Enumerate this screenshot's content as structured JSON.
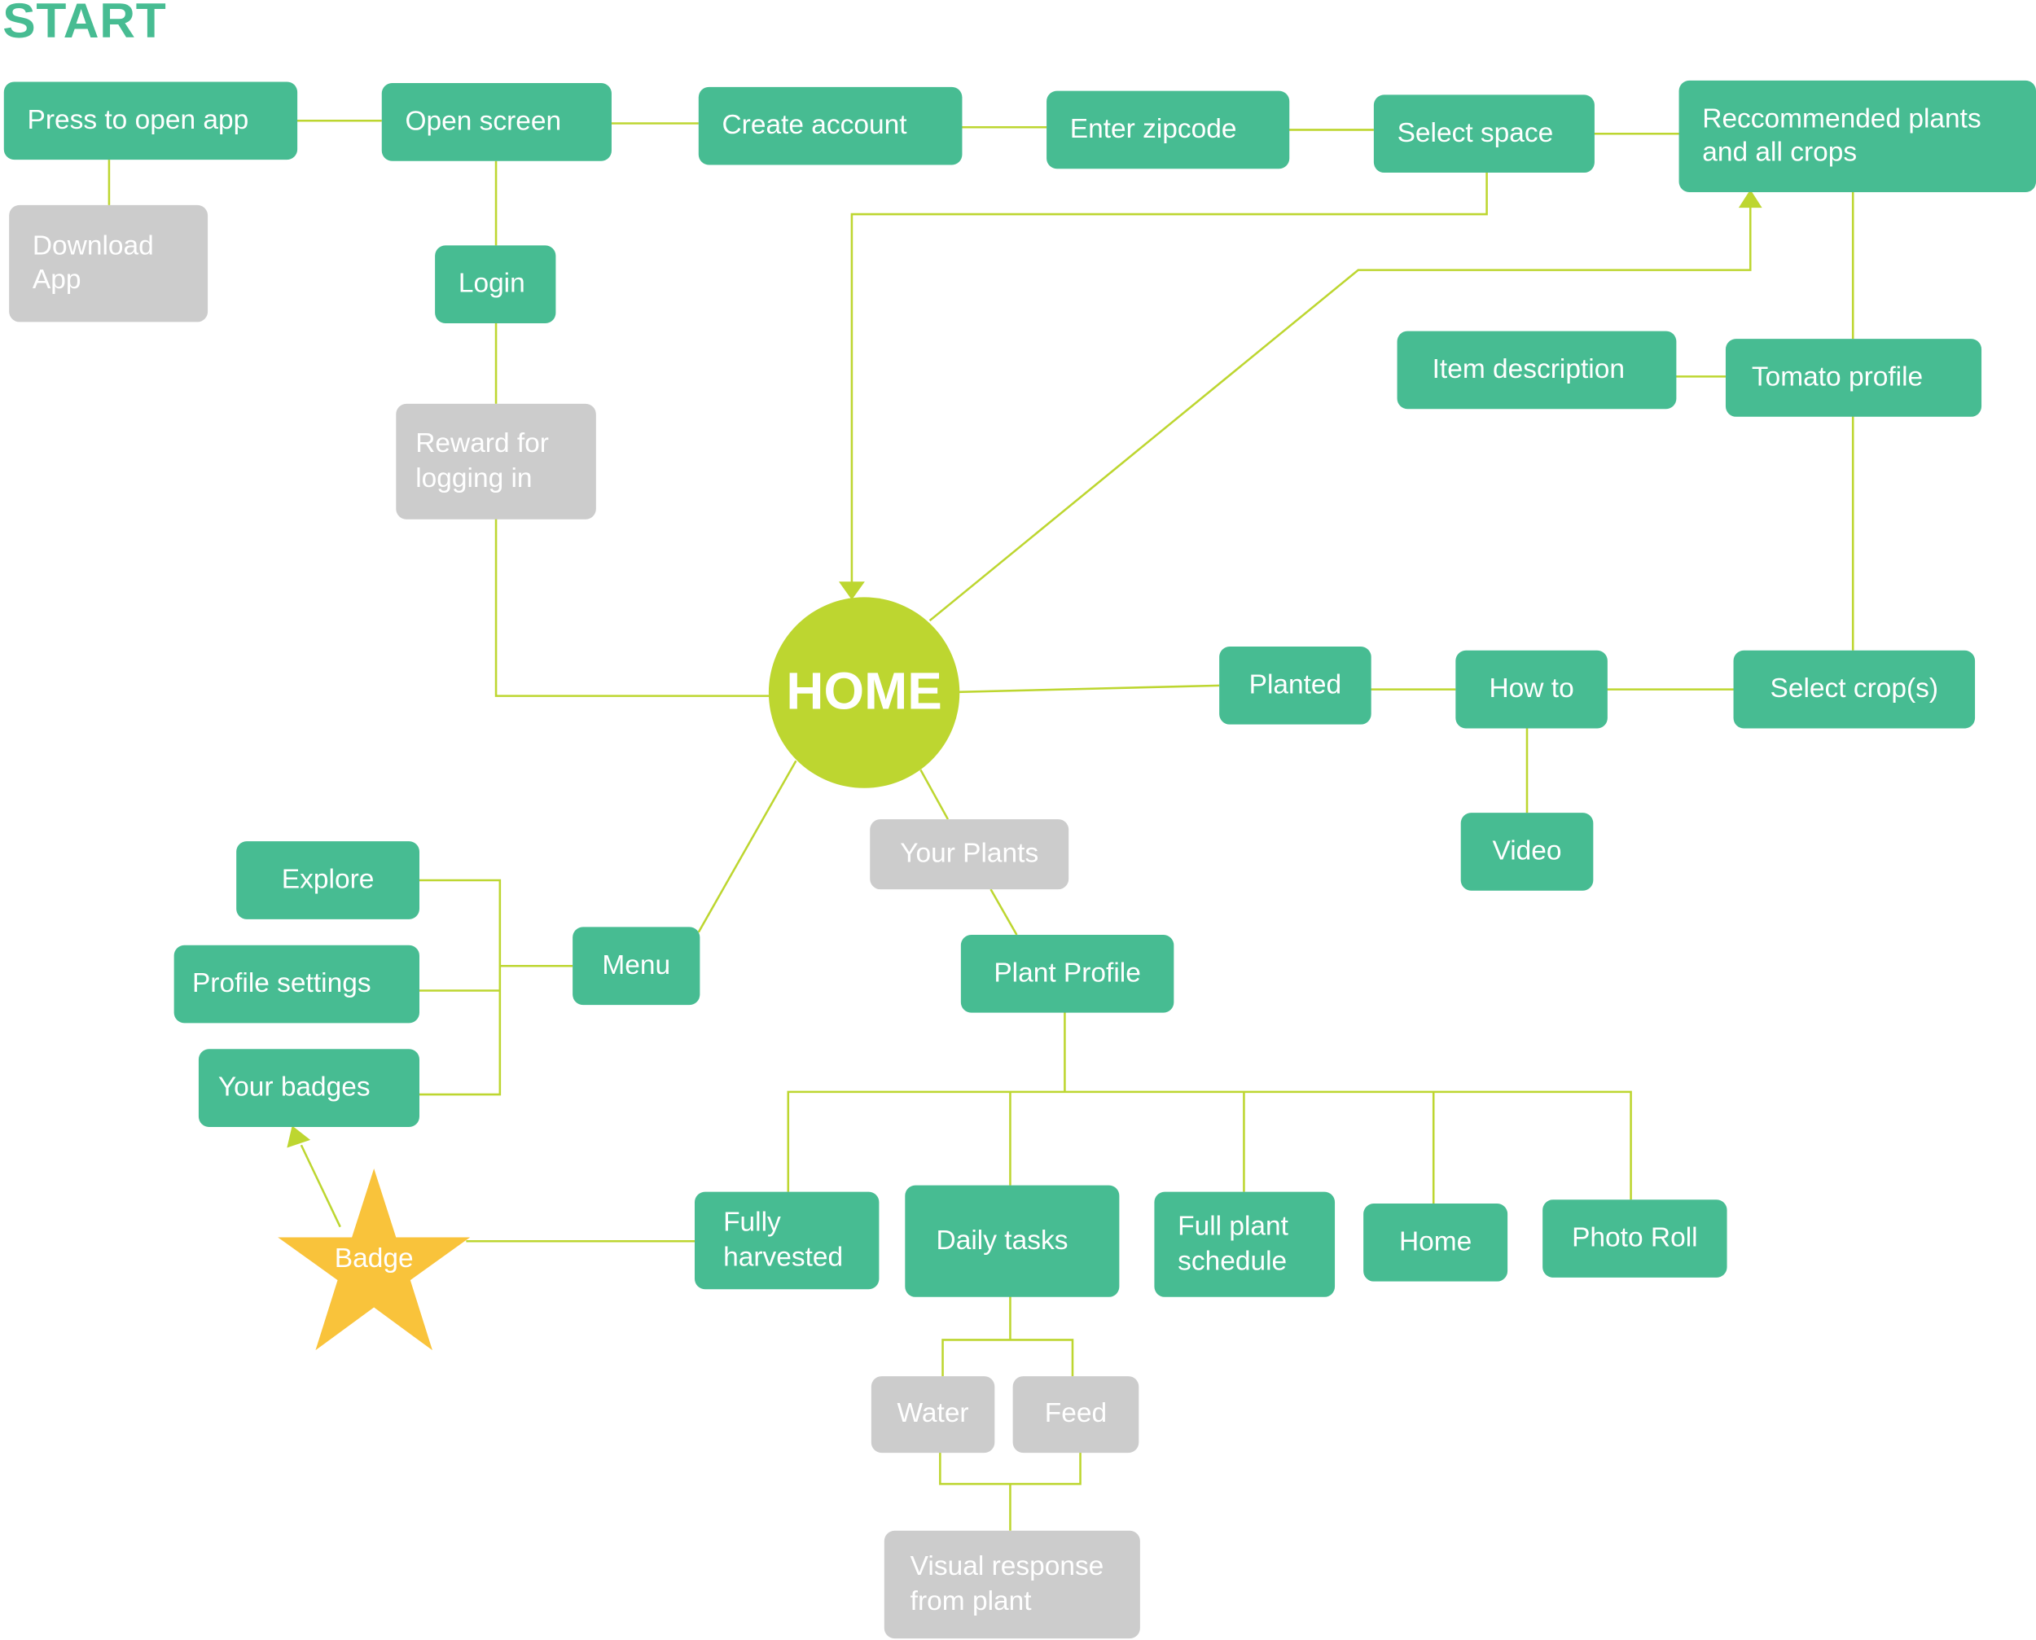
{
  "title": "START",
  "colors": {
    "node_primary": "#47bc92",
    "node_secondary": "#cccccc",
    "hub": "#bdd630",
    "connector": "#bdd630",
    "badge": "#f9c33b",
    "title": "#47bc92"
  },
  "hub": {
    "label": "HOME"
  },
  "nodes": {
    "press_to_open_app": "Press to open app",
    "download_app": "Download App",
    "open_screen": "Open screen",
    "login": "Login",
    "reward_for_logging_in": "Reward for logging in",
    "create_account": "Create account",
    "enter_zipcode": "Enter zipcode",
    "select_space": "Select space",
    "recommended_plants": "Reccommended plants and all crops",
    "item_description": "Item description",
    "tomato_profile": "Tomato profile",
    "select_crops": "Select crop(s)",
    "how_to": "How to",
    "planted": "Planted",
    "video": "Video",
    "your_plants": "Your Plants",
    "plant_profile": "Plant Profile",
    "menu": "Menu",
    "explore": "Explore",
    "profile_settings": "Profile settings",
    "your_badges": "Your badges",
    "fully_harvested": "Fully harvested",
    "daily_tasks": "Daily tasks",
    "full_plant_schedule": "Full plant schedule",
    "home": "Home",
    "photo_roll": "Photo Roll",
    "water": "Water",
    "feed": "Feed",
    "visual_response": "Visual response from plant"
  },
  "badge": {
    "label": "Badge",
    "icon": "star-icon"
  }
}
